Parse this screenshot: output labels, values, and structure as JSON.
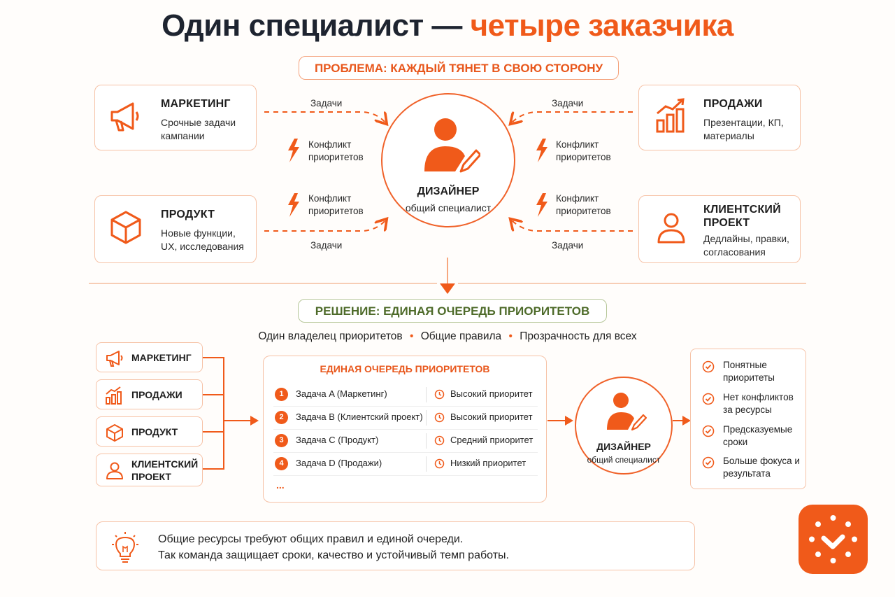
{
  "title": {
    "part1": "Один специалист — ",
    "part2": "четыре заказчика"
  },
  "problem": {
    "header": "ПРОБЛЕМА: КАЖДЫЙ ТЯНЕТ В СВОЮ СТОРОНУ",
    "cards": [
      {
        "title": "МАРКЕТИНГ",
        "desc": "Срочные задачи кампании",
        "icon": "megaphone-icon"
      },
      {
        "title": "ПРОДАЖИ",
        "desc": "Презентации, КП, материалы",
        "icon": "bar-chart-icon"
      },
      {
        "title": "ПРОДУКТ",
        "desc": "Новые функции, UX, исследования",
        "icon": "cube-icon"
      },
      {
        "title": "КЛИЕНТСКИЙ ПРОЕКТ",
        "desc": "Дедлайны, правки, согласования",
        "icon": "person-icon"
      }
    ],
    "arrow_label": "Задачи",
    "conflict_label": "Конфликт приоритетов",
    "designer": {
      "title": "ДИЗАЙНЕР",
      "subtitle": "общий специалист"
    }
  },
  "solution": {
    "header": "РЕШЕНИЕ: ЕДИНАЯ ОЧЕРЕДЬ ПРИОРИТЕТОВ",
    "principles": [
      "Один владелец приоритетов",
      "Общие правила",
      "Прозрачность для всех"
    ],
    "sources": [
      "МАРКЕТИНГ",
      "ПРОДАЖИ",
      "ПРОДУКТ",
      "КЛИЕНТСКИЙ ПРОЕКТ"
    ],
    "queue": {
      "title": "ЕДИНАЯ ОЧЕРЕДЬ ПРИОРИТЕТОВ",
      "rows": [
        {
          "num": "1",
          "task": "Задача A (Маркетинг)",
          "priority": "Высокий приоритет"
        },
        {
          "num": "2",
          "task": "Задача B (Клиентский проект)",
          "priority": "Высокий приоритет"
        },
        {
          "num": "3",
          "task": "Задача C (Продукт)",
          "priority": "Средний приоритет"
        },
        {
          "num": "4",
          "task": "Задача D (Продажи)",
          "priority": "Низкий приоритет"
        }
      ],
      "more": "..."
    },
    "designer": {
      "title": "ДИЗАЙНЕР",
      "subtitle": "общий специалист"
    },
    "benefits": [
      "Понятные приоритеты",
      "Нет конфликтов за ресурсы",
      "Предсказуемые сроки",
      "Больше фокуса и результата"
    ]
  },
  "footer": {
    "line1": "Общие ресурсы требуют общих правил и единой очереди.",
    "line2": "Так команда защищает сроки, качество и устойчивый темп работы."
  },
  "colors": {
    "accent": "#f05a1a",
    "title": "#1e2430",
    "green": "#4e6b2a",
    "border": "#f6c2a6"
  }
}
